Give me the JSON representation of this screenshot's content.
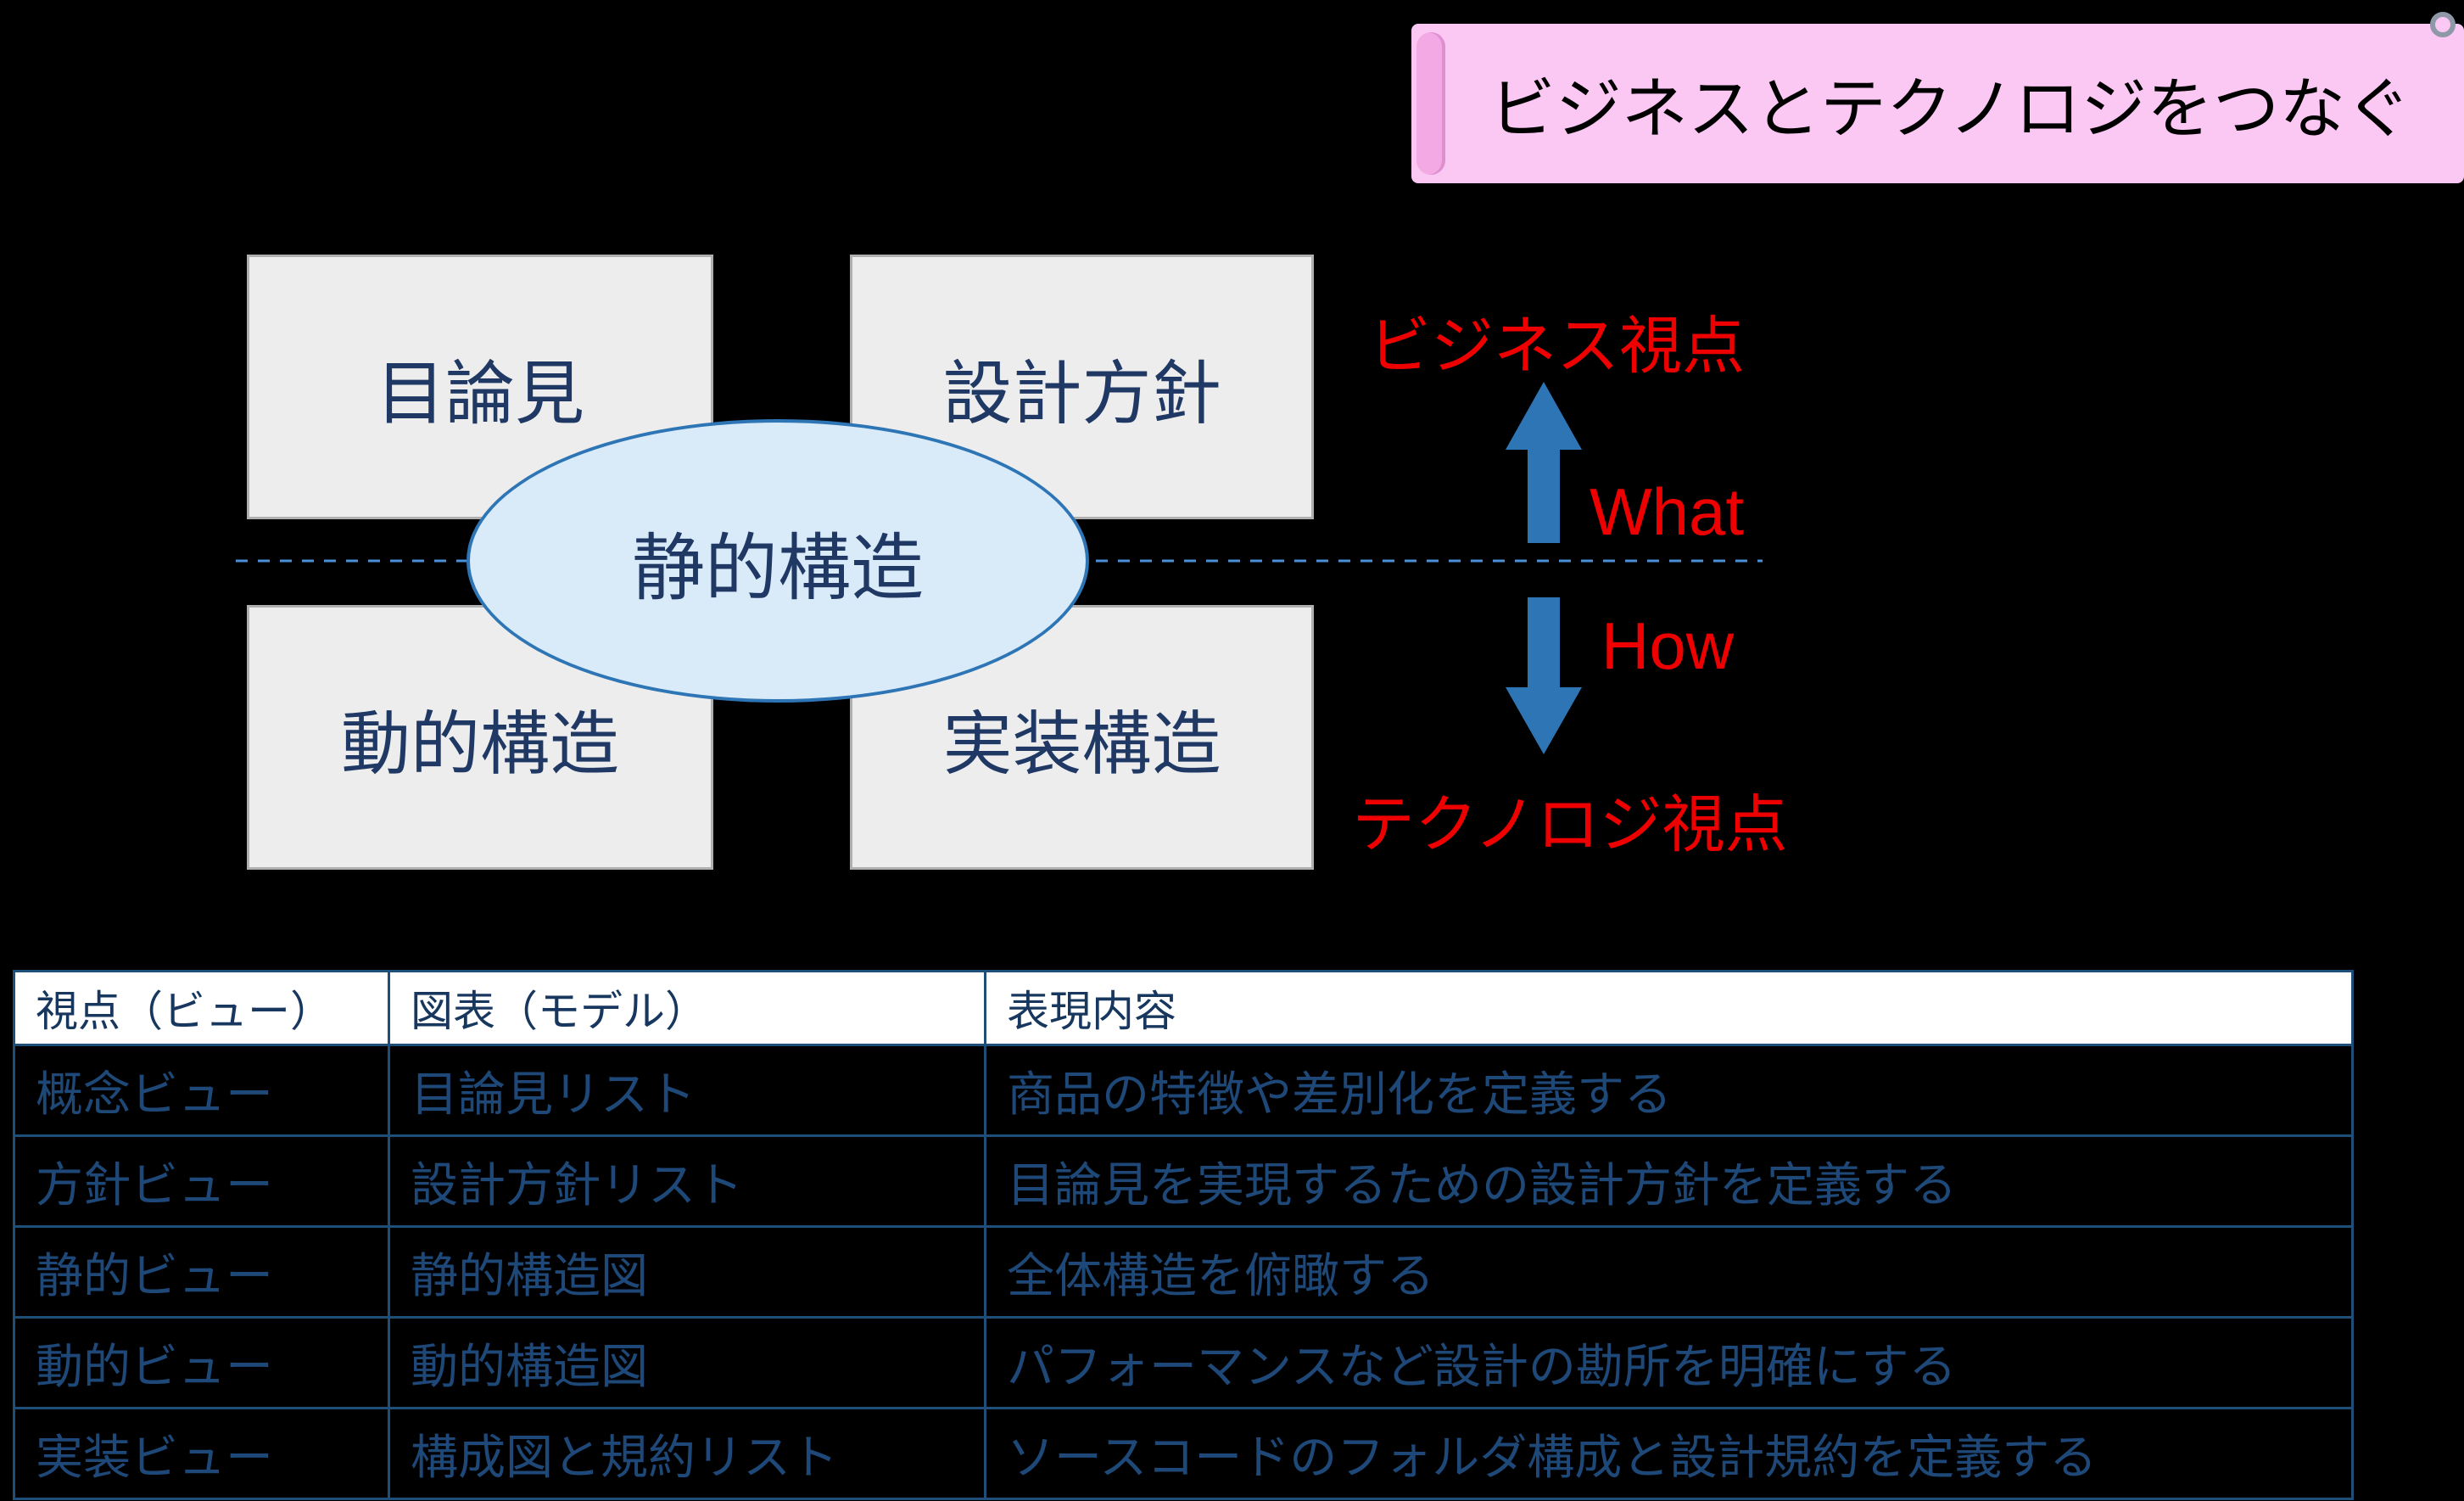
{
  "banner": {
    "text": "ビジネスとテクノロジをつなぐ"
  },
  "boxes": [
    {
      "label": "目論見"
    },
    {
      "label": "設計方針"
    },
    {
      "label": "動的構造"
    },
    {
      "label": "実装構造"
    }
  ],
  "ellipse": {
    "label": "静的構造"
  },
  "axis": {
    "top_label": "ビジネス視点",
    "what_label": "What",
    "how_label": "How",
    "bottom_label": "テクノロジ視点"
  },
  "table": {
    "headers": [
      "視点（ビュー）",
      "図表（モデル）",
      "表現内容"
    ],
    "rows": [
      [
        "概念ビュー",
        "目論見リスト",
        "商品の特徴や差別化を定義する"
      ],
      [
        "方針ビュー",
        "設計方針リスト",
        "目論見を実現するための設計方針を定義する"
      ],
      [
        "静的ビュー",
        "静的構造図",
        "全体構造を俯瞰する"
      ],
      [
        "動的ビュー",
        "動的構造図",
        "パフォーマンスなど設計の勘所を明確にする"
      ],
      [
        "実装ビュー",
        "構成図と規約リスト",
        "ソースコードのフォルダ構成と設計規約を定義する"
      ]
    ]
  },
  "colors": {
    "background": "#000000",
    "banner_pink": "#FBC7F3",
    "box_fill": "#EDEDED",
    "box_border": "#AFAFAF",
    "navy_text": "#1F3864",
    "ellipse_fill": "#D9EAF9",
    "ellipse_border": "#2E75B6",
    "arrow_blue": "#2E75B6",
    "dashed_line_blue": "#4A90D9",
    "red_label": "#EE0000",
    "table_border": "#1F4E79",
    "table_header_bg": "#FFFFFF",
    "table_header_text": "#17375E",
    "table_body_text": "#1E4878"
  }
}
